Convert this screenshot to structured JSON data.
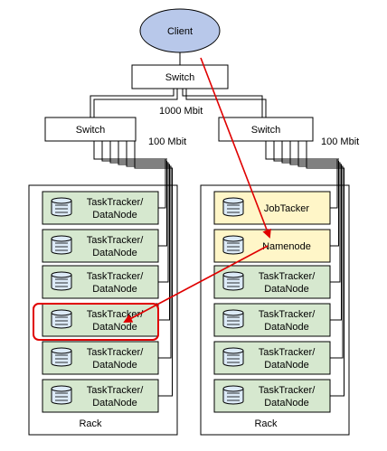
{
  "client": {
    "label": "Client"
  },
  "core_switch": {
    "label": "Switch"
  },
  "core_link": {
    "label": "1000 Mbit"
  },
  "racks": [
    {
      "switch_label": "Switch",
      "link_label": "100 Mbit",
      "rack_label": "Rack",
      "nodes": [
        {
          "line1": "TaskTracker/",
          "line2": "DataNode",
          "kind": "worker"
        },
        {
          "line1": "TaskTracker/",
          "line2": "DataNode",
          "kind": "worker"
        },
        {
          "line1": "TaskTracker/",
          "line2": "DataNode",
          "kind": "worker"
        },
        {
          "line1": "TaskTracker/",
          "line2": "DataNode",
          "kind": "worker",
          "highlighted": true
        },
        {
          "line1": "TaskTracker/",
          "line2": "DataNode",
          "kind": "worker"
        },
        {
          "line1": "TaskTracker/",
          "line2": "DataNode",
          "kind": "worker"
        }
      ]
    },
    {
      "switch_label": "Switch",
      "link_label": "100 Mbit",
      "rack_label": "Rack",
      "nodes": [
        {
          "line1": "JobTacker",
          "line2": "",
          "kind": "master"
        },
        {
          "line1": "Namenode",
          "line2": "",
          "kind": "master"
        },
        {
          "line1": "TaskTracker/",
          "line2": "DataNode",
          "kind": "worker"
        },
        {
          "line1": "TaskTracker/",
          "line2": "DataNode",
          "kind": "worker"
        },
        {
          "line1": "TaskTracker/",
          "line2": "DataNode",
          "kind": "worker"
        },
        {
          "line1": "TaskTracker/",
          "line2": "DataNode",
          "kind": "worker"
        }
      ]
    }
  ],
  "colors": {
    "client_fill": "#b8c8ea",
    "worker_fill": "#d6e8cf",
    "master_fill": "#fff6c8",
    "disk_fill": "#dceaf7",
    "highlight": "#e00000"
  }
}
